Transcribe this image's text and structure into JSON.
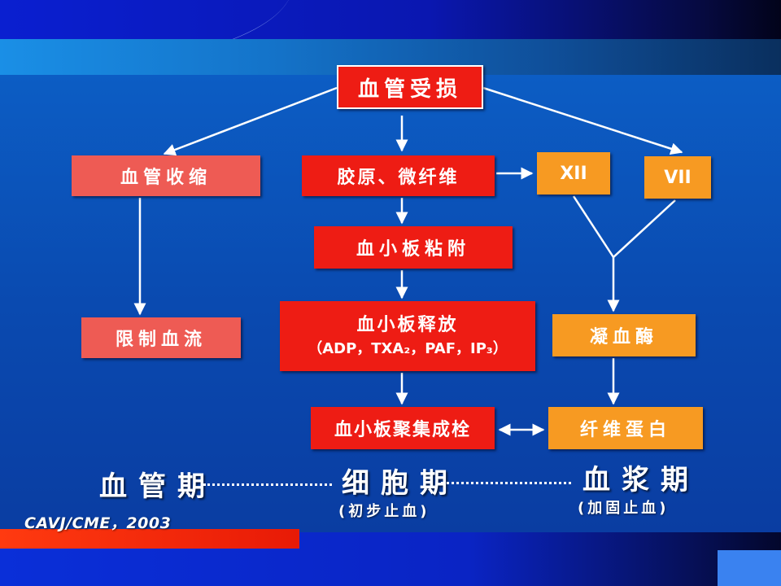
{
  "nodes": {
    "vascular_injury": "血管受损",
    "vasoconstriction": "血管收缩",
    "collagen_microfiber": "胶原、微纤维",
    "factor_xii": "XII",
    "factor_vii": "VII",
    "platelet_adhesion": "血小板粘附",
    "platelet_release_title": "血小板释放",
    "platelet_release_sub": "（ADP，TXA₂，PAF，IP₃）",
    "restrict_blood_flow": "限制血流",
    "thrombin": "凝血酶",
    "platelet_aggregation": "血小板聚集成栓",
    "fibrin": "纤维蛋白"
  },
  "phases": {
    "vascular": "血管期",
    "cellular": "细胞期",
    "cellular_note": "(初步止血)",
    "plasma": "血浆期",
    "plasma_note": "(加固止血)"
  },
  "credit": "CAVJ/CME，2003",
  "colors": {
    "primary_box": "#ee1c14",
    "light_box": "#ee5b54",
    "coagulation_box": "#f79a22",
    "background": "#0a4ab0",
    "arrow": "#ffffff"
  }
}
